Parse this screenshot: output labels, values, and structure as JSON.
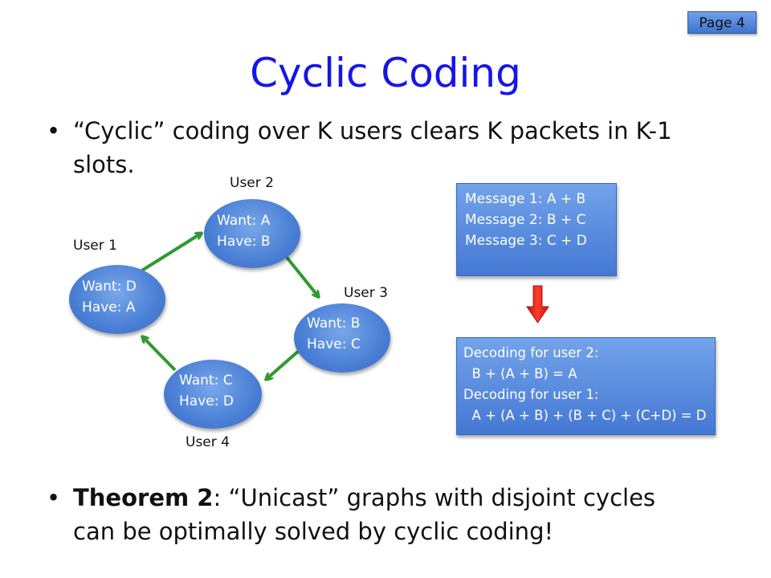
{
  "page_badge": "Page 4",
  "title": "Cyclic Coding",
  "bullets": [
    "“Cyclic” coding over K users clears K packets in K-1 slots."
  ],
  "theorem": {
    "label": "Theorem 2",
    "text": ": “Unicast” graphs with disjoint cycles can be optimally solved by cyclic coding!"
  },
  "bullet_char": "•",
  "users": [
    {
      "label": "User 1",
      "want": "Want: D",
      "have": "Have: A"
    },
    {
      "label": "User 2",
      "want": "Want: A",
      "have": "Have: B"
    },
    {
      "label": "User 3",
      "want": "Want: B",
      "have": "Have: C"
    },
    {
      "label": "User 4",
      "want": "Want: C",
      "have": "Have: D"
    }
  ],
  "messages": [
    "Message 1: A + B",
    "Message 2: B + C",
    "Message 3: C + D"
  ],
  "decoding": [
    "Decoding for user 2:",
    "  B + (A + B) = A",
    "Decoding for user 1:",
    "  A + (A + B) + (B + C) + (C+D) = D"
  ],
  "colors": {
    "title": "#1616e6",
    "node_fill": "#4a7fd6",
    "edge": "#2e9a2e",
    "down_arrow": "#e0201c"
  }
}
